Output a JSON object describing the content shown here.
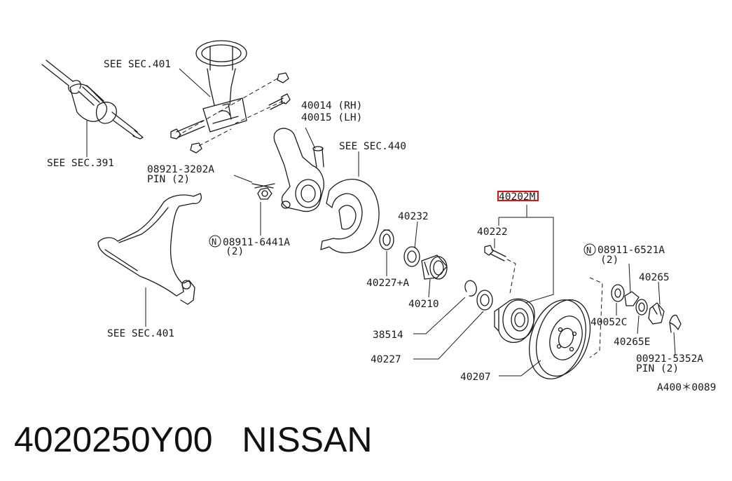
{
  "diagram": {
    "labels": {
      "see_sec_401_top": "SEE SEC.401",
      "see_sec_391": "SEE SEC.391",
      "see_sec_440": "SEE SEC.440",
      "see_sec_401_bottom": "SEE SEC.401",
      "p40014": "40014 (RH)",
      "p40015": "40015 (LH)",
      "p08921_3202a": "08921-3202A",
      "pin2_a": "PIN (2)",
      "p08911_6441a": "08911-6441A",
      "qty2_a": "(2)",
      "p40232": "40232",
      "p40227a": "40227+A",
      "p40210": "40210",
      "p38514": "38514",
      "p40227": "40227",
      "p40207": "40207",
      "p40202m_prefix": "40202",
      "p40202m_suffix": "M",
      "p40222": "40222",
      "p08911_6521a": "08911-6521A",
      "qty2_b": "(2)",
      "p40265": "40265",
      "p40052c": "40052C",
      "p40265e": "40265E",
      "p00921_5352a": "00921-5352A",
      "pin2_b": "PIN (2)",
      "ref_code": "A400＊0089",
      "circle_n": "N"
    },
    "highlight_color": "#e01010"
  },
  "footer": {
    "part_number": "4020250Y00",
    "brand": "NISSAN"
  }
}
